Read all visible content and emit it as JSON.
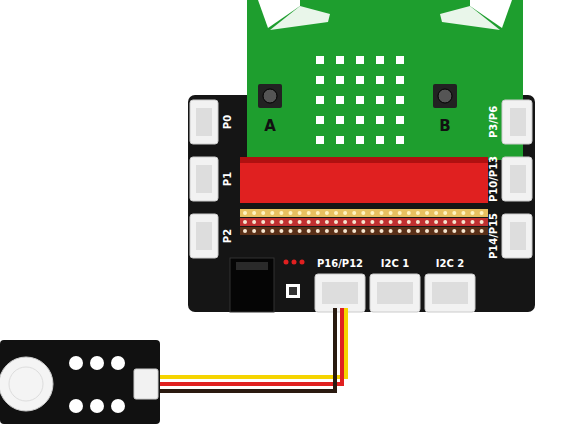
{
  "diagram": {
    "labels": [
      "A",
      "B",
      "P0",
      "P1",
      "P2",
      "P3/P6",
      "P10/P13",
      "P14/P15",
      "P16/P12",
      "I2C 1",
      "I2C 2"
    ]
  }
}
